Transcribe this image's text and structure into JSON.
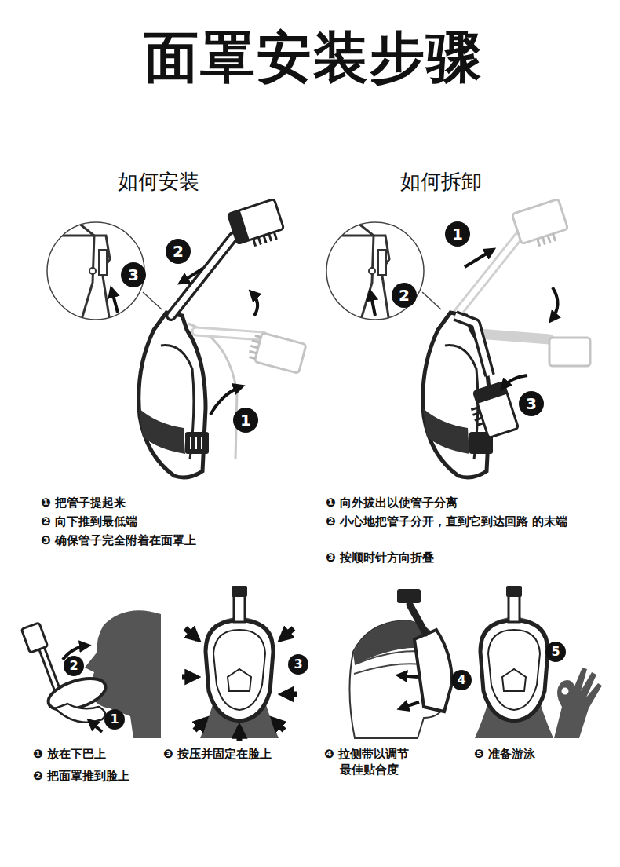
{
  "diagram": {
    "title": "面罩安装步骤",
    "labels": [
      "如何安装",
      "如何拆卸",
      "2",
      "3",
      "1",
      "1",
      "2",
      "3",
      "❶ 把管子提起来",
      "❷ 向下推到最低端",
      "❸ 确保管子完全附着在面罩上",
      "❶ 向外拔出以使管子分离",
      "❷ 小心地把管子分开，直到它到达回路 的末端",
      "❸ 按顺时针方向折叠",
      "2",
      "1",
      "3",
      "4",
      "5",
      "❶ 放在下巴上",
      "❸ 按压并固定在脸上",
      "❹ 拉侧带以调节 最佳贴合度",
      "❺ 准备游泳",
      "❷ 把面罩推到脸上"
    ]
  }
}
